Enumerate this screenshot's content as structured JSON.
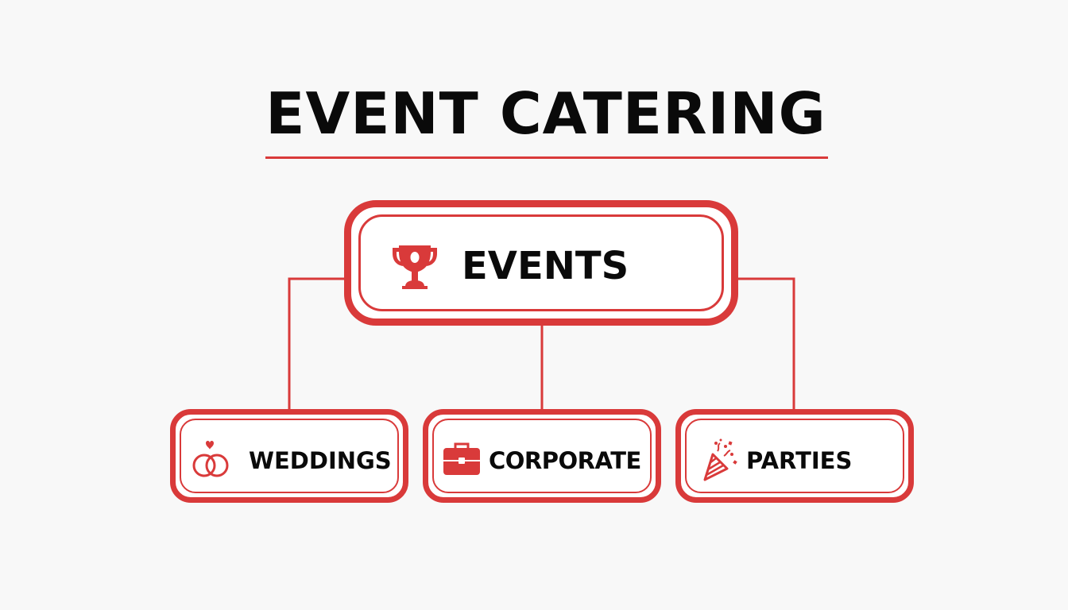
{
  "title": "EVENT CATERING",
  "colors": {
    "accent": "#d93a3a",
    "text": "#0a0a0a",
    "background": "#f8f8f8"
  },
  "root": {
    "label": "EVENTS",
    "icon": "trophy-icon"
  },
  "children": [
    {
      "label": "WEDDINGS",
      "icon": "wedding-rings-icon"
    },
    {
      "label": "CORPORATE",
      "icon": "briefcase-icon"
    },
    {
      "label": "PARTIES",
      "icon": "party-popper-icon"
    }
  ]
}
